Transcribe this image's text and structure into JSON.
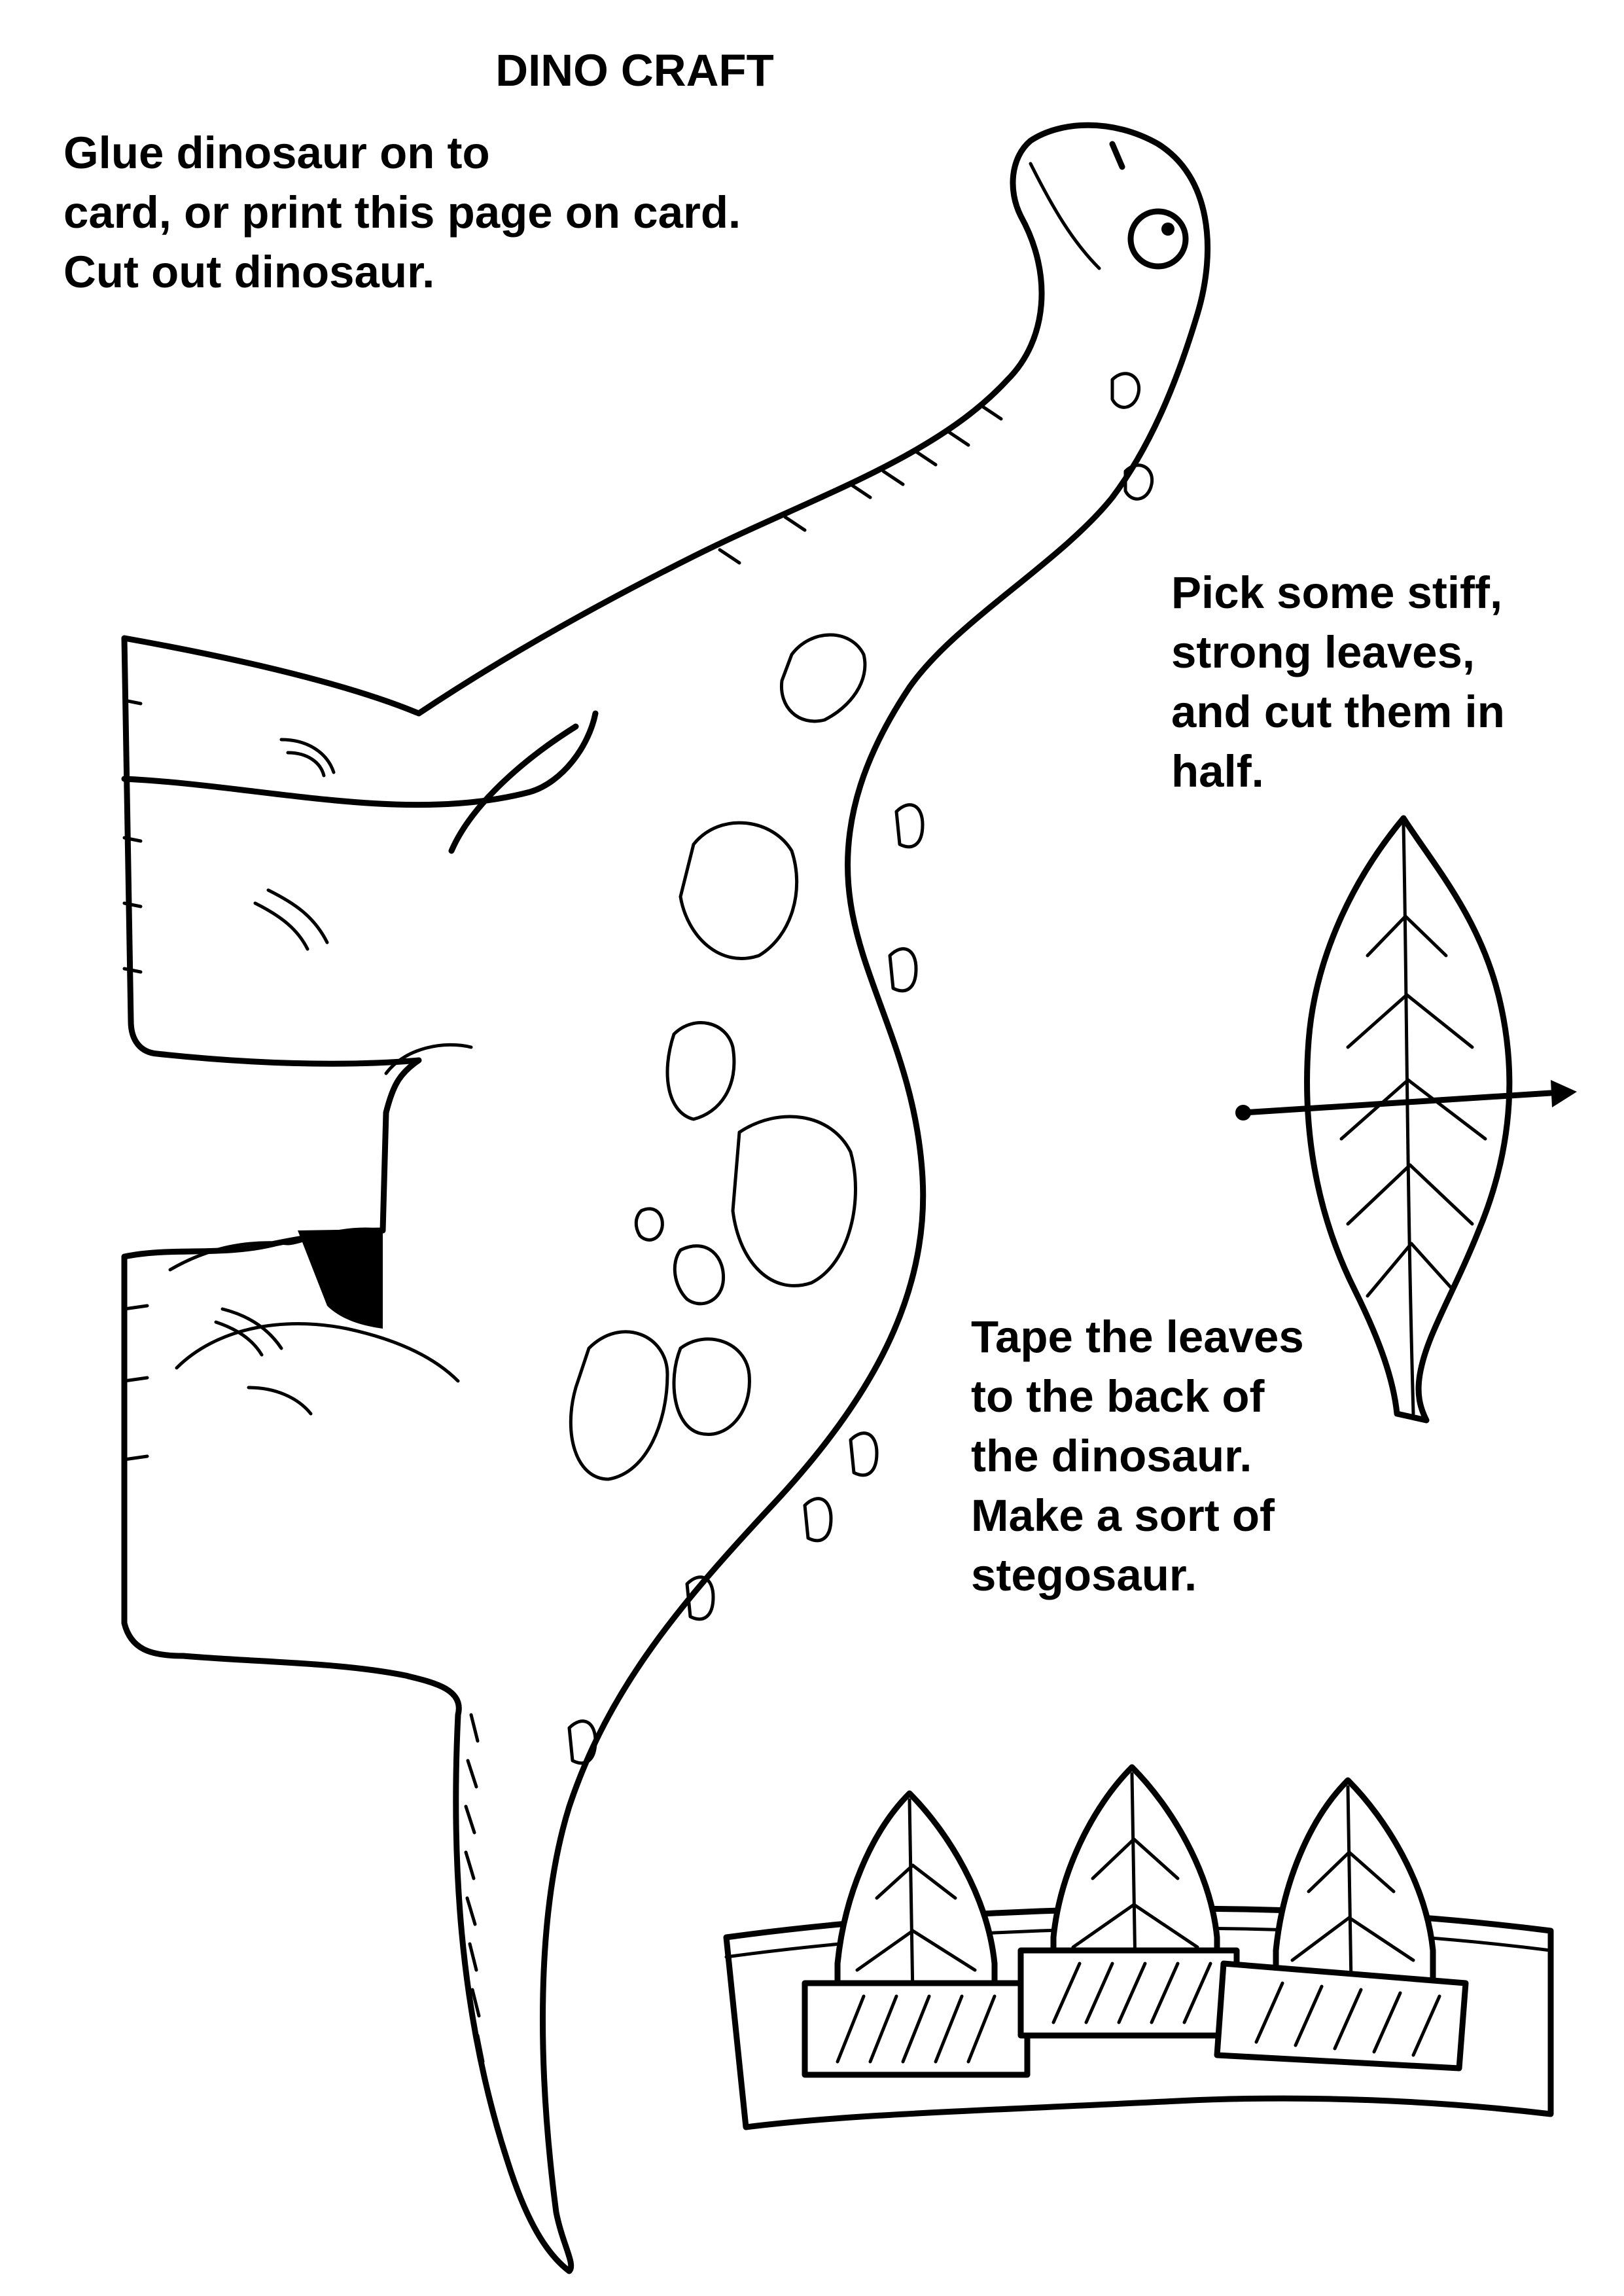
{
  "title": "DINO CRAFT",
  "step1": {
    "lines": [
      "Glue dinosaur on to",
      "card, or print this page on card.",
      "Cut out dinosaur."
    ]
  },
  "step2": {
    "lines": [
      "Pick some stiff,",
      "strong leaves,",
      "and cut them in",
      "half."
    ]
  },
  "step3": {
    "lines": [
      "Tape the leaves",
      "to the back of",
      "the dinosaur.",
      "Make a sort of",
      "stegosaur."
    ]
  },
  "illustrations": {
    "dinosaur": "dinosaur-cutout-outline",
    "leaf": "leaf-with-cut-line-arrow",
    "assembled": "three-leaves-taped-to-dinosaur-back"
  },
  "colors": {
    "ink": "#000000",
    "paper": "#ffffff"
  }
}
